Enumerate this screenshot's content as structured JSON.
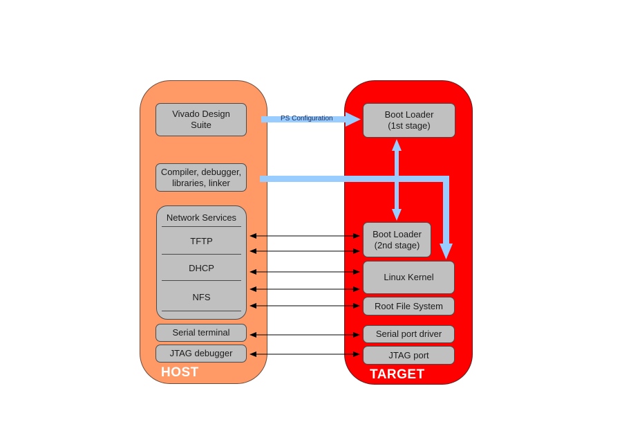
{
  "host": {
    "label": "HOST",
    "color": "#ff9966",
    "components": {
      "vivado": "Vivado Design\nSuite",
      "toolchain": "Compiler, debugger,\nlibraries, linker",
      "network_services": {
        "title": "Network Services",
        "items": [
          "TFTP",
          "DHCP",
          "NFS"
        ]
      },
      "serial_terminal": "Serial terminal",
      "jtag_debugger": "JTAG debugger"
    }
  },
  "target": {
    "label": "TARGET",
    "color": "#ff0000",
    "components": {
      "boot_loader_1": "Boot Loader\n(1st stage)",
      "boot_loader_2": "Boot Loader\n(2nd stage)",
      "linux_kernel": "Linux Kernel",
      "root_fs": "Root File System",
      "serial_port_driver": "Serial port driver",
      "jtag_port": "JTAG port"
    }
  },
  "connections": {
    "ps_configuration_label": "PS Configuration",
    "flow_color": "#99ccff",
    "link_color": "#000000"
  }
}
